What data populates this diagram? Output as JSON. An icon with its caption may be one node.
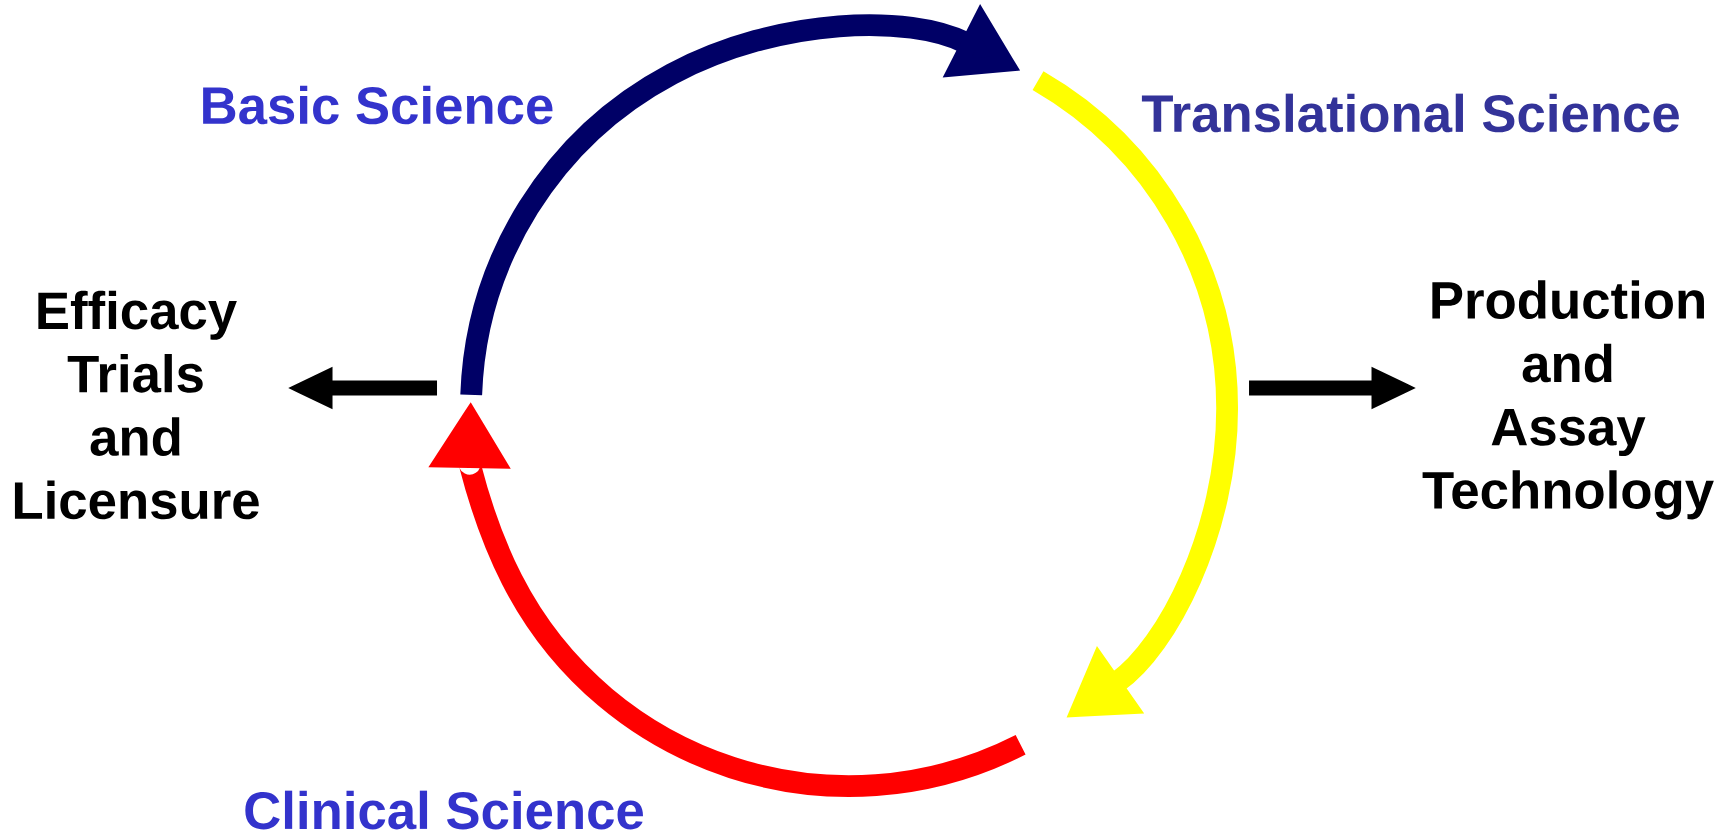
{
  "diagram": {
    "nodes": [
      {
        "text": [
          "Efficacy Trials and Licensure"
        ]
      },
      {
        "text": [
          "Production and Assay Technology"
        ]
      }
    ],
    "edges": [
      {
        "from": null,
        "to": 0,
        "arrow": "to"
      },
      {
        "from": null,
        "to": 1,
        "arrow": "to"
      }
    ],
    "labels": [
      "Basic Science",
      "Translational Science",
      "Clinical Science"
    ]
  }
}
